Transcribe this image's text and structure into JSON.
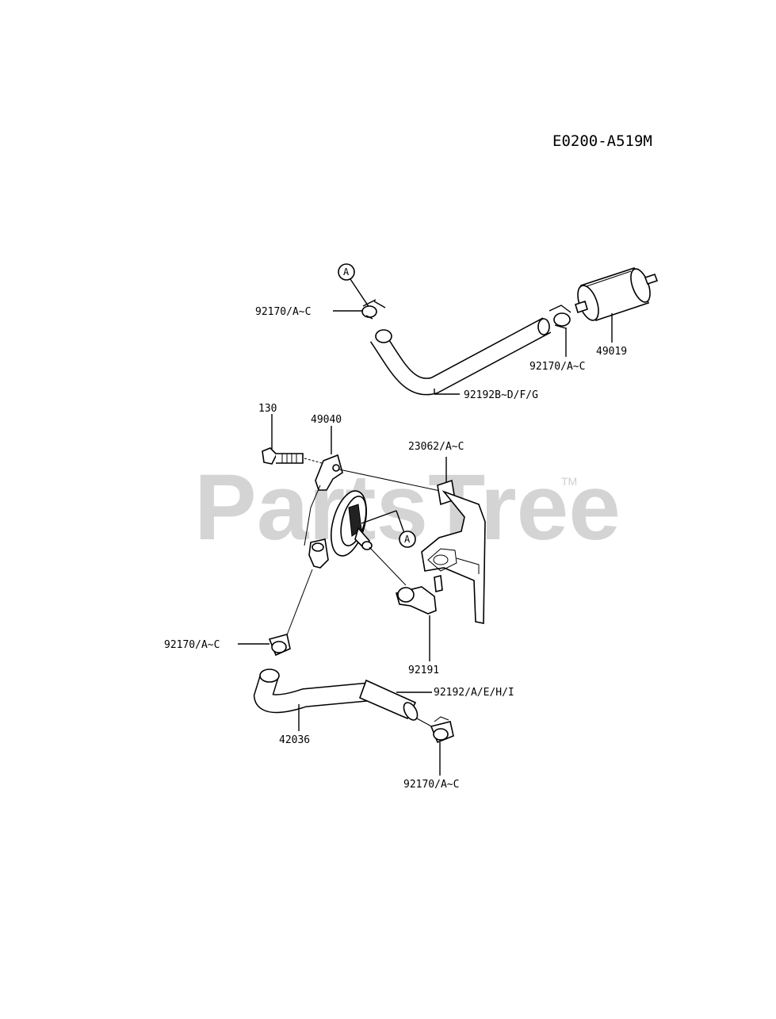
{
  "diagram": {
    "code": "E0200-A519M",
    "watermark": "PartsTree",
    "trademark": "TM",
    "callouts": [
      "A",
      "A"
    ],
    "labels": {
      "clamp_top": "92170/A~C",
      "clamp_filter": "92170/A~C",
      "filter": "49019",
      "hose_top": "92192B~D/F/G",
      "bolt": "130",
      "bracket": "49040",
      "plate": "23062/A~C",
      "clamp_left": "92170/A~C",
      "cap": "92191",
      "hose_bottom": "92192/A/E/H/I",
      "pipe": "42036",
      "clamp_bottom": "92170/A~C"
    }
  }
}
